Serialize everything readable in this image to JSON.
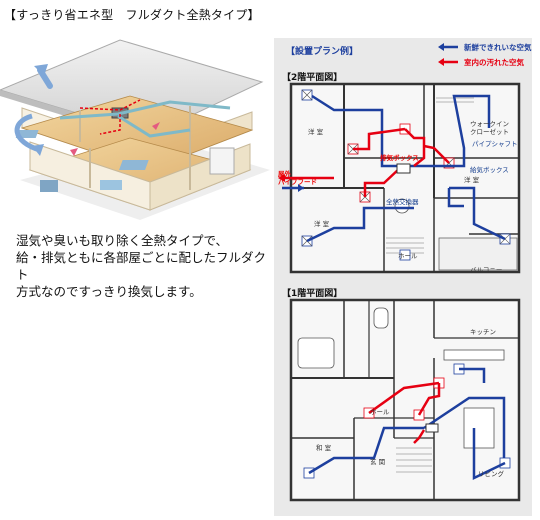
{
  "heading": "【すっきり省エネ型　フルダクト全熱タイプ】",
  "description": [
    "湿気や臭いも取り除く全熱タイプで、",
    "給・排気ともに各部屋ごとに配したフルダクト",
    "方式なのですっきり換気します。"
  ],
  "plan": {
    "title": "【設置プラン例】",
    "legend": {
      "fresh": "新鮮できれいな空気",
      "dirty": "室内の汚れた空気"
    },
    "floor2": {
      "title": "【2階平面図】",
      "rooms": {
        "western1": "洋 室",
        "western2": "洋 室",
        "western3": "洋 室",
        "walkin": "ウォークイン",
        "closet": "クローゼット",
        "hall": "ホール",
        "balcony": "バルコニー"
      },
      "equipment": {
        "exhaust_box": "排気ボックス",
        "supply_box": "給気ボックス",
        "pipe_shaft": "パイプシャフト",
        "outdoor_hood_1": "屋外",
        "outdoor_hood_2": "パイプフード",
        "unit": "全熱交換器"
      }
    },
    "floor1": {
      "title": "【1階平面図】",
      "rooms": {
        "kitchen": "キッチン",
        "hall": "ホール",
        "japanese": "和 室",
        "entrance": "玄 関",
        "living": "リビング"
      }
    }
  },
  "colors": {
    "fresh": "#1d3f9e",
    "dirty": "#e60012",
    "panel": "#e9e9e9",
    "wall": "#333333"
  }
}
